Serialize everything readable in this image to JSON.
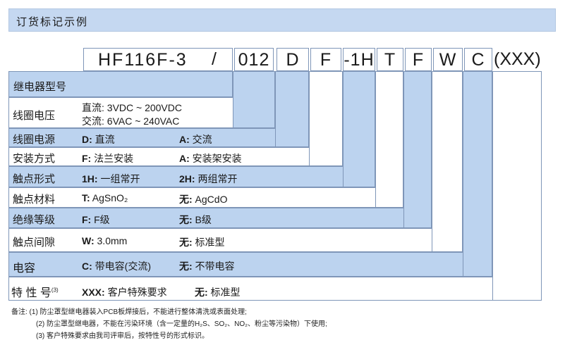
{
  "header": {
    "title": "订货标记示例"
  },
  "code": {
    "segments": [
      "HF116F-3",
      "/",
      "012",
      "D",
      "F",
      "-1H",
      "T",
      "F",
      "W",
      "C"
    ],
    "tail": "(XXX)"
  },
  "rows": [
    {
      "label": "继电器型号"
    },
    {
      "label": "线圈电压",
      "line1": "直流: 3VDC ~ 200VDC",
      "line2": "交流: 6VAC ~ 240VAC"
    },
    {
      "label": "线圈电源",
      "opt1_key": "D:",
      "opt1_val": " 直流",
      "opt2_key": "A:",
      "opt2_val": " 交流"
    },
    {
      "label": "安装方式",
      "opt1_key": "F:",
      "opt1_val": " 法兰安装",
      "opt2_key": "A:",
      "opt2_val": " 安装架安装"
    },
    {
      "label": "触点形式",
      "opt1_key": "1H:",
      "opt1_val": " 一组常开",
      "opt2_key": "2H:",
      "opt2_val": " 两组常开"
    },
    {
      "label": "触点材料",
      "opt1_key": "T:",
      "opt1_val": " AgSnO₂",
      "opt2_key": "无:",
      "opt2_val": " AgCdO"
    },
    {
      "label": "绝缘等级",
      "opt1_key": "F:",
      "opt1_val": " F级",
      "opt2_key": "无:",
      "opt2_val": " B级"
    },
    {
      "label": "触点间隙",
      "opt1_key": "W:",
      "opt1_val": " 3.0mm",
      "opt2_key": "无:",
      "opt2_val": " 标准型"
    },
    {
      "label": "电容",
      "opt1_key": "C:",
      "opt1_val": " 带电容(交流)",
      "opt2_key": "无:",
      "opt2_val": " 不带电容"
    },
    {
      "label": "特 性 号",
      "sup": "(3)",
      "opt1_key": "XXX:",
      "opt1_val": " 客户特殊要求",
      "opt2_key": "无:",
      "opt2_val": " 标准型"
    }
  ],
  "notes": [
    "备注: (1)  防尘罩型继电器装入PCB板焊接后，不能进行整体清洗或表面处理;",
    "(2)  防尘罩型继电器，不能在污染环境（含一定量的H₂S、SO₂、NO₂、粉尘等污染物）下使用;",
    "(3)  客户特殊要求由我司评审后，按特性号的形式标识。"
  ]
}
